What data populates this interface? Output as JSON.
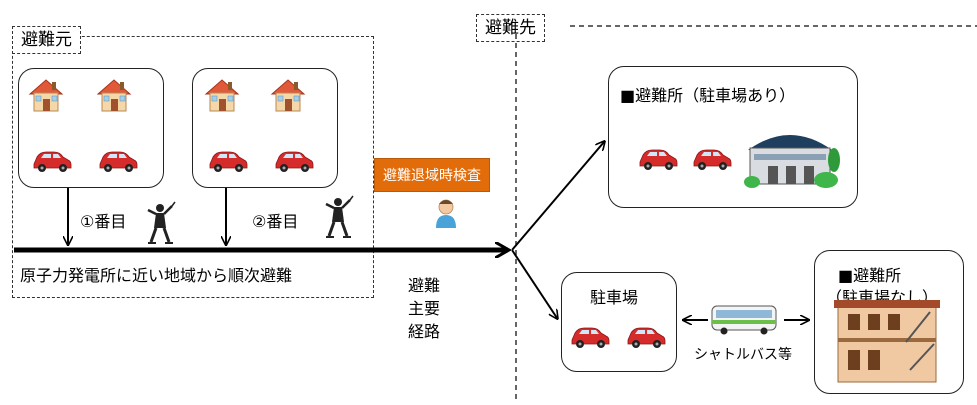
{
  "origin": {
    "title": "避難元"
  },
  "destination": {
    "title": "避難先"
  },
  "order": {
    "first": "①番目",
    "second": "②番目"
  },
  "main_line_caption": "原子力発電所に近い地域から順次避難",
  "inspection_label": "避難退域時検査",
  "route_label": [
    "避難",
    "主要",
    "経路"
  ],
  "shelter_with_parking": "■避難所（駐車場あり）",
  "parking": "駐車場",
  "shuttle": "シャトルバス等",
  "shelter_no_parking": [
    "■避難所",
    "（駐車場なし）"
  ]
}
